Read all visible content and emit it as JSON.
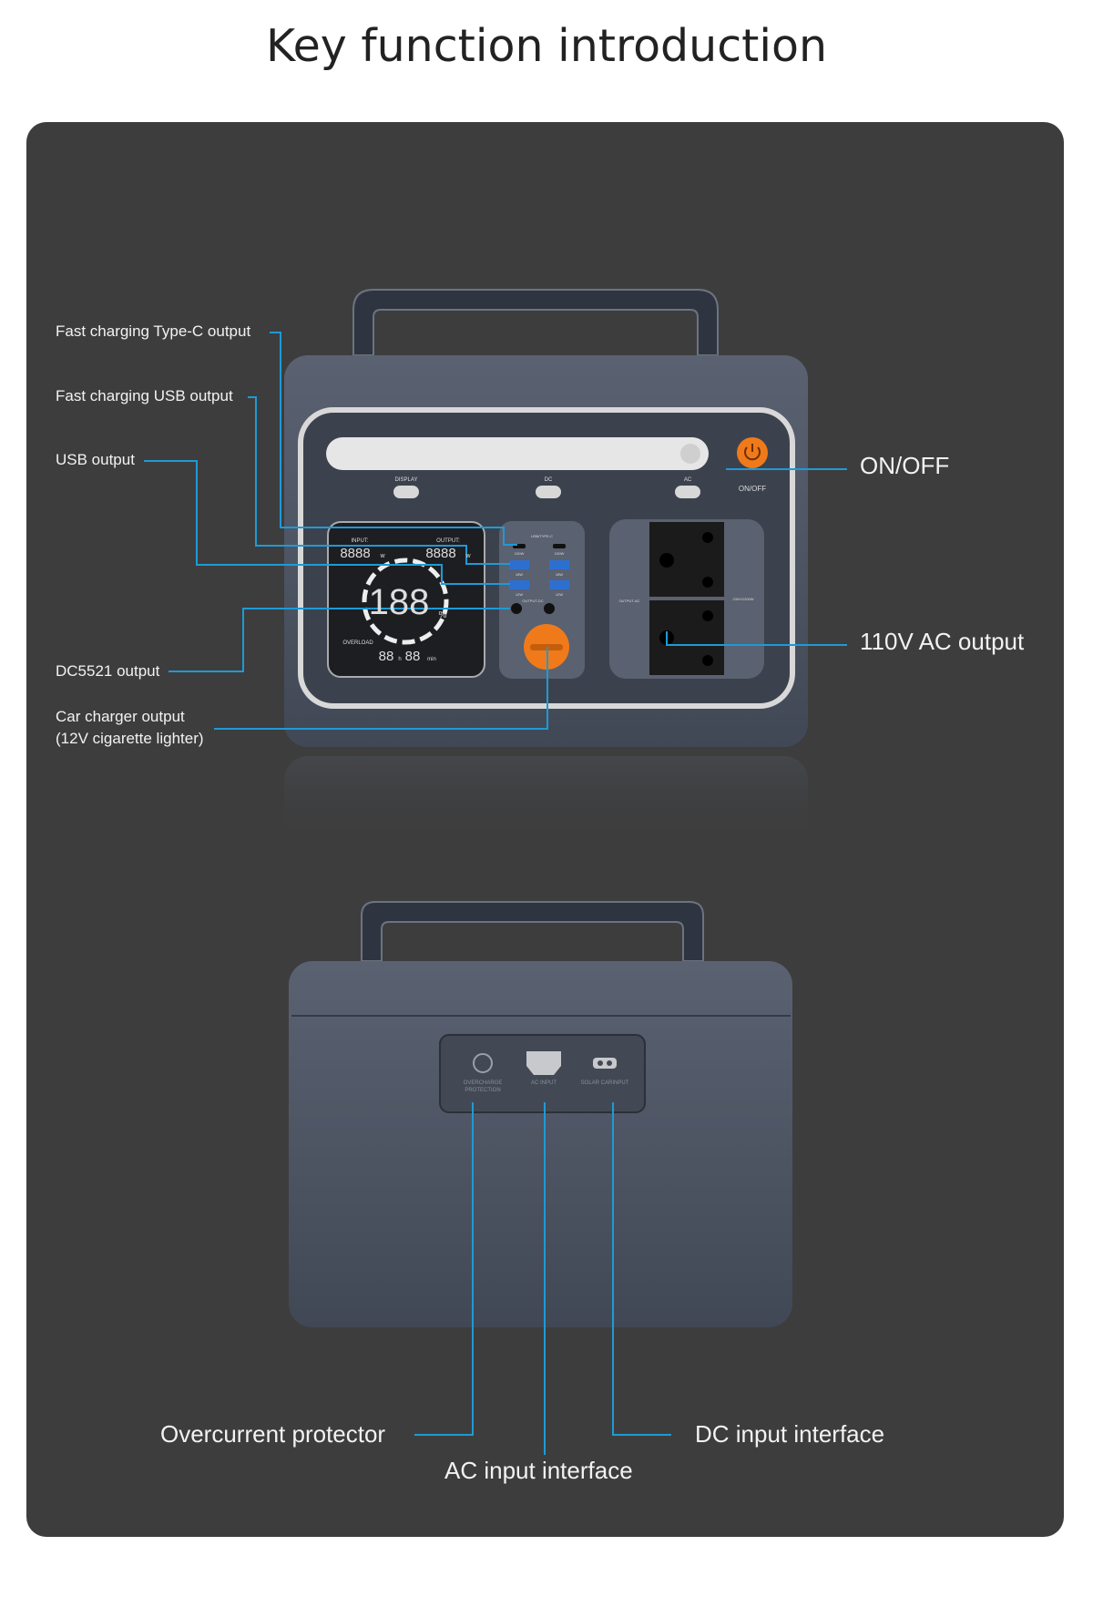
{
  "title": "Key function introduction",
  "front_labels": {
    "typec": "Fast charging Type-C output",
    "fast_usb": "Fast charging USB output",
    "usb": "USB output",
    "dc5521": "DC5521 output",
    "car_line1": "Car charger output",
    "car_line2": "(12V cigarette lighter)",
    "onoff": "ON/OFF",
    "ac_output": "110V AC output"
  },
  "back_labels": {
    "overcurrent": "Overcurrent protector",
    "ac_input": "AC input interface",
    "dc_input": "DC input interface"
  },
  "device_front": {
    "buttons": [
      "DISPLAY",
      "DC",
      "AC"
    ],
    "power_label": "ON/OFF",
    "lcd": {
      "input": "INPUT:",
      "output": "OUTPUT:",
      "input_val": "8888",
      "output_val": "8888",
      "unit_w": "w",
      "percent": "188",
      "percent_sign": "%",
      "overload": "OVERLOAD",
      "time": "88",
      "h": "h",
      "min_val": "88",
      "min": "min"
    },
    "usb_header": "USB/TYPE-C",
    "typec_watts": [
      "100W",
      "100W"
    ],
    "usb_fast_watts": [
      "18W",
      "18W"
    ],
    "usb_watts": [
      "12W",
      "12W"
    ],
    "dc_header": "OUTPUT-DC",
    "ac_left": "OUTPUT-AC",
    "ac_right": "230V/1200W"
  },
  "device_back": {
    "ports": [
      "OVERCHARGE PROTECTION",
      "AC INPUT",
      "SOLAR CARINPUT"
    ]
  },
  "colors": {
    "panel": "#3d3d3d",
    "line": "#1e9ad6",
    "orange": "#f07a1a",
    "body": "#4a5260"
  }
}
